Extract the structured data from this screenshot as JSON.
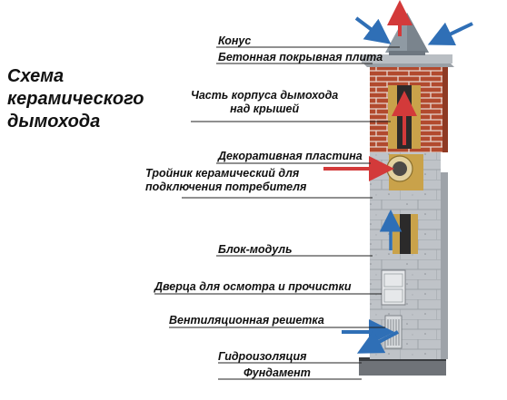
{
  "title": {
    "lines": [
      "Схема",
      "керамического",
      "дымохода"
    ]
  },
  "labels": {
    "cone": "Конус",
    "cap_plate": "Бетонная покрывная плита",
    "roof_part": [
      "Часть корпуса дымохода",
      "над крышей"
    ],
    "deco_plate": "Декоративная пластина",
    "tee": [
      "Тройник керамический для",
      "подключения потребителя"
    ],
    "block_module": "Блок-модуль",
    "door": "Дверца для осмотра и прочистки",
    "vent_grille": "Вентиляционная решетка",
    "waterproofing": "Гидроизоляция",
    "foundation": "Фундамент"
  },
  "colors": {
    "brick": "#b24a2e",
    "mortar": "#e7d6cf",
    "block": "#bfc3c8",
    "block_dark": "#9ea3a9",
    "insulation": "#c9a24a",
    "ceramic": "#2b2a2a",
    "smoke_arrow": "#d33a3a",
    "air_arrow": "#2f6fb6",
    "cone": "#8f9aa3"
  }
}
